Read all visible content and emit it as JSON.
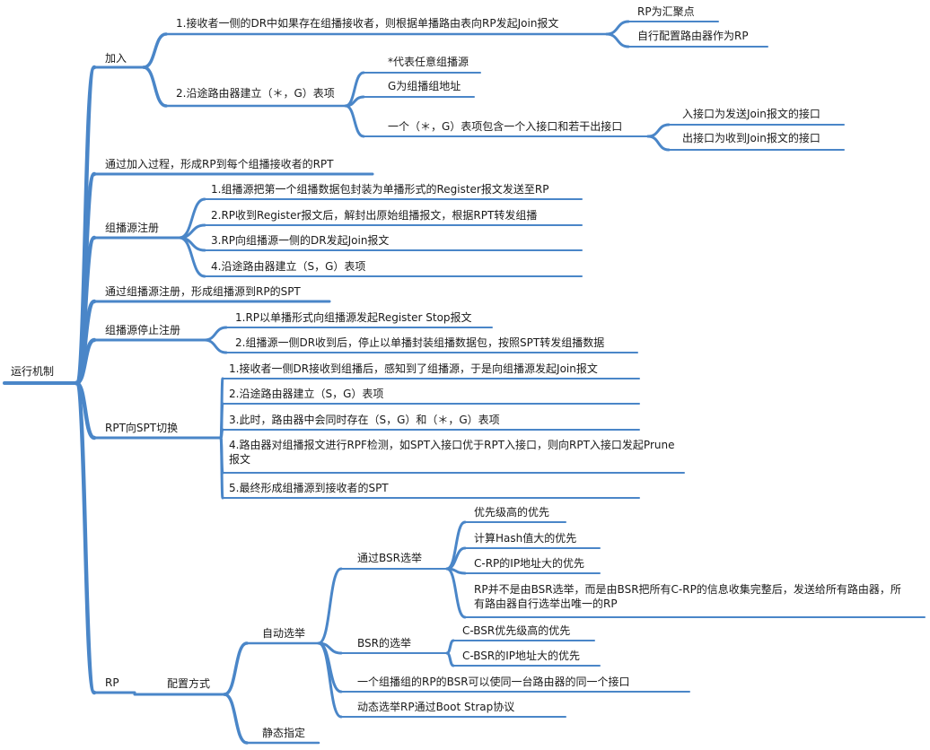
{
  "root": {
    "label": "运行机制"
  },
  "join": {
    "label": "加入",
    "step1": {
      "label": "1.接收者一侧的DR中如果存在组播接收者，则根据单播路由表向RP发起Join报文",
      "children": [
        "RP为汇聚点",
        "自行配置路由器作为RP"
      ]
    },
    "step2": {
      "label": "2.沿途路由器建立（＊，G）表项",
      "children": [
        "*代表任意组播源",
        "G为组播组地址",
        "一个（＊，G）表项包含一个入接口和若干出接口"
      ],
      "iface": [
        "入接口为发送Join报文的接口",
        "出接口为收到Join报文的接口"
      ]
    }
  },
  "rpt_formed": {
    "label": "通过加入过程，形成RP到每个组播接收者的RPT"
  },
  "register": {
    "label": "组播源注册",
    "children": [
      "1.组播源把第一个组播数据包封装为单播形式的Register报文发送至RP",
      "2.RP收到Register报文后，解封出原始组播报文，根据RPT转发组播",
      "3.RP向组播源一侧的DR发起Join报文",
      "4.沿途路由器建立（S，G）表项"
    ]
  },
  "spt_formed": {
    "label": "通过组播源注册，形成组播源到RP的SPT"
  },
  "stop": {
    "label": "组播源停止注册",
    "children": [
      "1.RP以单播形式向组播源发起Register Stop报文",
      "2.组播源一侧DR收到后，停止以单播封装组播数据包，按照SPT转发组播数据"
    ]
  },
  "switch": {
    "label": "RPT向SPT切换",
    "children": [
      "1.接收者一侧DR接收到组播后，感知到了组播源，于是向组播源发起Join报文",
      "2.沿途路由器建立（S，G）表项",
      "3.此时，路由器中会同时存在（S，G）和（＊，G）表项",
      "4.路由器对组播报文进行RPF检测，如SPT入接口优于RPT入接口，则向RPT入接口发起Prune报文",
      "5.最终形成组播源到接收者的SPT"
    ]
  },
  "rp": {
    "label": "RP",
    "config": {
      "label": "配置方式",
      "auto": {
        "label": "自动选举",
        "bsr_elect": {
          "label": "通过BSR选举",
          "children": [
            "优先级高的优先",
            "计算Hash值大的优先",
            "C-RP的IP地址大的优先",
            "RP并不是由BSR选举，而是由BSR把所有C-RP的信息收集完整后，发送给所有路由器，所有路由器自行选举出唯一的RP"
          ]
        },
        "bsr_of": {
          "label": "BSR的选举",
          "children": [
            "C-BSR优先级高的优先",
            "C-BSR的IP地址大的优先"
          ]
        },
        "same_iface": "一个组播组的RP的BSR可以使同一台路由器的同一个接口",
        "bootstrap": "动态选举RP通过Boot  Strap协议"
      },
      "static": {
        "label": "静态指定"
      }
    }
  }
}
